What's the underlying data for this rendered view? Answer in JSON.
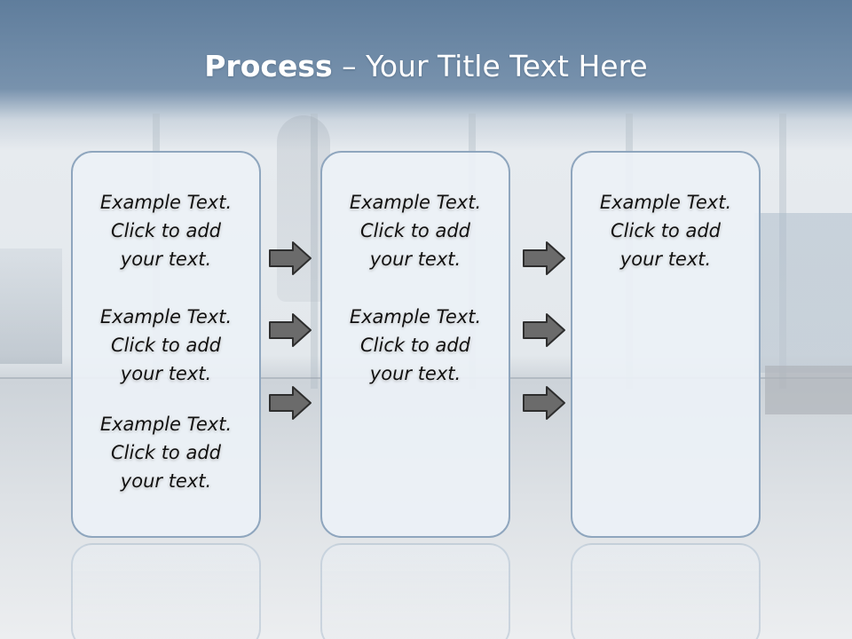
{
  "slide": {
    "title_bold": "Process",
    "title_rest": " – Your Title Text Here"
  },
  "columns": [
    {
      "blocks": [
        {
          "line1": "Example Text.",
          "line2": "Click  to add",
          "line3": "your text."
        },
        {
          "line1": "Example Text.",
          "line2": "Click  to add",
          "line3": "your text."
        },
        {
          "line1": "Example Text.",
          "line2": "Click  to add",
          "line3": "your text."
        }
      ]
    },
    {
      "blocks": [
        {
          "line1": "Example Text.",
          "line2": "Click  to add",
          "line3": "your text."
        },
        {
          "line1": "Example Text.",
          "line2": "Click  to add",
          "line3": "your text."
        }
      ]
    },
    {
      "blocks": [
        {
          "line1": "Example Text.",
          "line2": "Click  to add",
          "line3": "your text."
        }
      ]
    }
  ],
  "icons": {
    "arrow": "right-arrow-icon"
  },
  "colors": {
    "title_text": "#ffffff",
    "box_border": "#8fa6be",
    "arrow_fill": "#6b6b6b"
  }
}
